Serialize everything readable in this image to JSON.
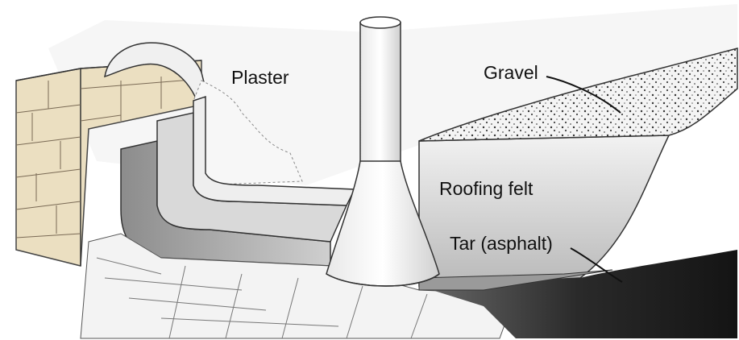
{
  "labels": {
    "plaster": "Plaster",
    "gravel": "Gravel",
    "roofing_felt": "Roofing felt",
    "tar": "Tar (asphalt)"
  },
  "colors": {
    "brick": "#e9dcbc",
    "felt_shade": "#bdbdbd",
    "tar": "#1e1e1e",
    "ink": "#111111"
  }
}
